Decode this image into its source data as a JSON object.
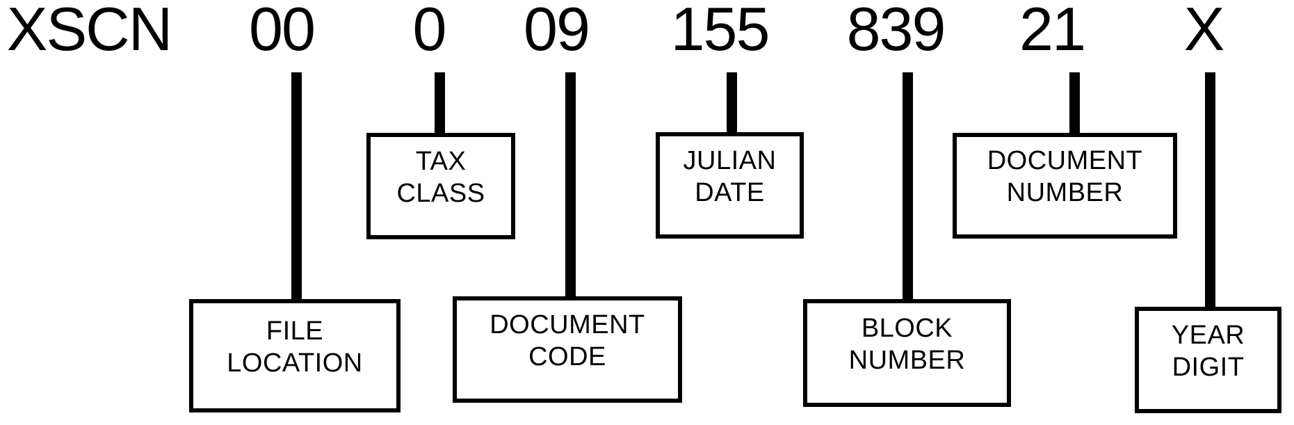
{
  "figure": {
    "background_color": "#ffffff",
    "ink_color": "#000000"
  },
  "dln": {
    "prefix": "XSCN",
    "segments": [
      {
        "value": "00",
        "lines": [
          "FILE",
          "LOCATION"
        ],
        "row": "lower"
      },
      {
        "value": "0",
        "lines": [
          "TAX",
          "CLASS"
        ],
        "row": "upper"
      },
      {
        "value": "09",
        "lines": [
          "DOCUMENT",
          "CODE"
        ],
        "row": "lower"
      },
      {
        "value": "155",
        "lines": [
          "JULIAN",
          "DATE"
        ],
        "row": "upper"
      },
      {
        "value": "839",
        "lines": [
          "BLOCK",
          "NUMBER"
        ],
        "row": "lower"
      },
      {
        "value": "21",
        "lines": [
          "DOCUMENT",
          "NUMBER"
        ],
        "row": "upper"
      },
      {
        "value": "X",
        "lines": [
          "YEAR",
          "DIGIT"
        ],
        "row": "lower"
      }
    ]
  }
}
